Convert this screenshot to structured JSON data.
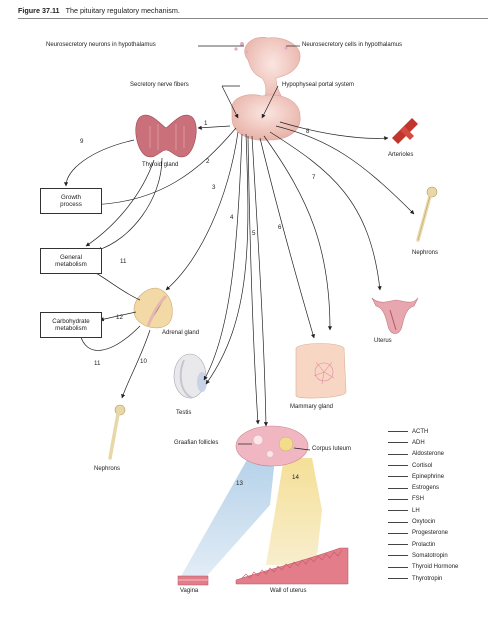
{
  "figure": {
    "number": "Figure 37.11",
    "caption": "The pituitary regulatory mechanism."
  },
  "labels": {
    "neurosecretory_neurons": "Neurosecretory neurons in hypothalamus",
    "neurosecretory_cells": "Neurosecretory cells in hypothalamus",
    "secretory_nerve_fibers": "Secretory nerve fibers",
    "hypophyseal_portal": "Hypophyseal portal system",
    "thyroid_gland": "Thyroid gland",
    "arterioles": "Arterioles",
    "nephrons_top": "Nephrons",
    "uterus": "Uterus",
    "adrenal_gland": "Adrenal gland",
    "testis": "Testis",
    "mammary_gland": "Mammary gland",
    "nephrons_bottom": "Nephrons",
    "graafian_follicles": "Graafian follicles",
    "corpus_luteum": "Corpus luteum",
    "vagina": "Vagina",
    "wall_of_uterus": "Wall of uterus"
  },
  "boxes": {
    "growth": "Growth process",
    "general_metabolism": "General metabolism",
    "carbohydrate_metabolism": "Carbohydrate metabolism"
  },
  "numbers": {
    "n1": "1",
    "n2": "2",
    "n3": "3",
    "n4": "4",
    "n5": "5",
    "n6": "6",
    "n7": "7",
    "n8": "8",
    "n9": "9",
    "n10": "10",
    "n11a": "11",
    "n11b": "11",
    "n12": "12",
    "n13": "13",
    "n14": "14"
  },
  "legend": [
    "ACTH",
    "ADH",
    "Aldosterone",
    "Cortisol",
    "Epinephrine",
    "Estrogens",
    "FSH",
    "LH",
    "Oxytocin",
    "Progesterone",
    "Prolactin",
    "Somatotropin",
    "Thyroid Hormone",
    "Thyrotropin"
  ],
  "colors": {
    "gland_pink": "#f1c7c0",
    "thyroid": "#c9707a",
    "adrenal_yellow": "#f2d9a6",
    "arteriole_red": "#c0362c",
    "nephron_tan": "#e8d7a8",
    "beam_blue": "#bcd6ea",
    "beam_yellow": "#f4e3a8"
  }
}
